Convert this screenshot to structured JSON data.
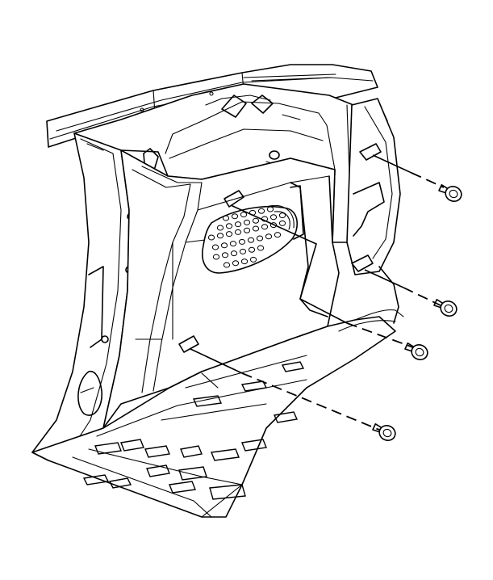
{
  "figure": {
    "subject": "quarter-trim-panel-installation",
    "colors": {
      "line": "#000000",
      "background": "#ffffff"
    }
  },
  "fasteners": [
    {
      "id": "fastener-1",
      "icon": "push-pin-retainer-icon"
    },
    {
      "id": "fastener-2",
      "icon": "push-pin-retainer-icon"
    },
    {
      "id": "fastener-3",
      "icon": "push-pin-retainer-icon"
    },
    {
      "id": "fastener-4",
      "icon": "push-pin-retainer-icon"
    }
  ]
}
